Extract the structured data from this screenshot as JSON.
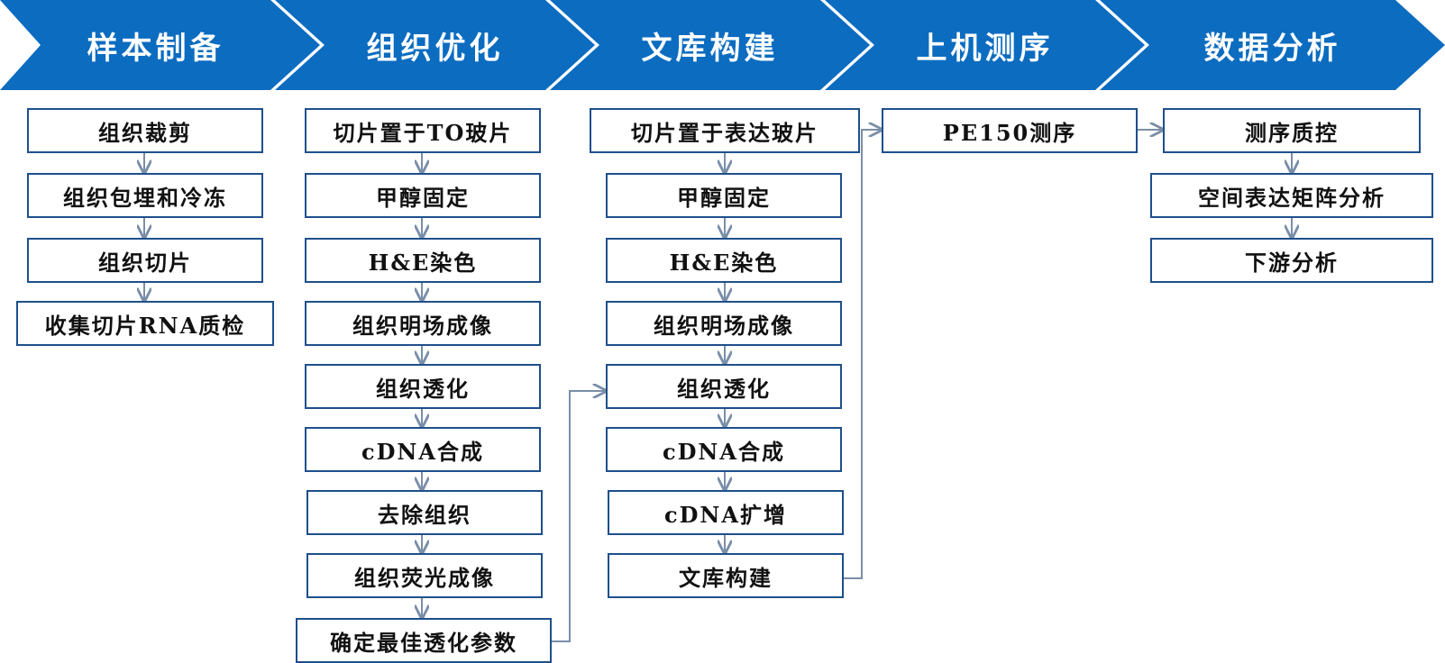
{
  "colors": {
    "banner": "#0b6cc0",
    "box_border": "#1e4f8c",
    "connector": "#7a8ea8",
    "text": "#111111"
  },
  "stages": [
    {
      "label": "样本制备"
    },
    {
      "label": "组织优化"
    },
    {
      "label": "文库构建"
    },
    {
      "label": "上机测序"
    },
    {
      "label": "数据分析"
    }
  ],
  "columns": {
    "sample_prep": [
      "组织裁剪",
      "组织包埋和冷冻",
      "组织切片",
      "收集切片RNA质检"
    ],
    "tissue_opt": [
      "切片置于TO玻片",
      "甲醇固定",
      "H&E染色",
      "组织明场成像",
      "组织透化",
      "cDNA合成",
      "去除组织",
      "组织荧光成像",
      "确定最佳透化参数"
    ],
    "library": [
      "切片置于表达玻片",
      "甲醇固定",
      "H&E染色",
      "组织明场成像",
      "组织透化",
      "cDNA合成",
      "cDNA扩增",
      "文库构建"
    ],
    "sequencing": [
      "PE150测序"
    ],
    "analysis": [
      "测序质控",
      "空间表达矩阵分析",
      "下游分析"
    ]
  }
}
